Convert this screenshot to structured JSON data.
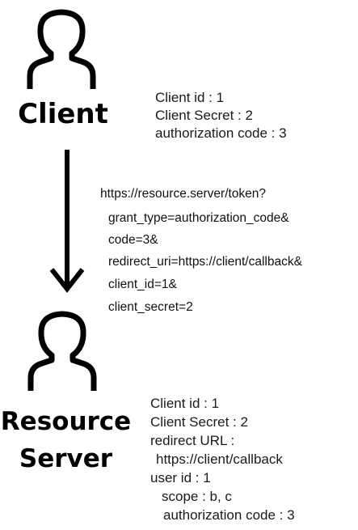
{
  "client": {
    "icon": "person-icon",
    "label": "Client",
    "details": [
      "Client id : 1",
      "Client Secret : 2",
      "authorization code : 3"
    ]
  },
  "request": {
    "url": "https://resource.server/token?",
    "params": [
      "grant_type=authorization_code&",
      "code=3&",
      "redirect_uri=https://client/callback&",
      "client_id=1&",
      "client_secret=2"
    ]
  },
  "resource_server": {
    "icon": "person-icon",
    "label_line1": "Resource",
    "label_line2": "Server",
    "details": [
      "Client id : 1",
      "Client Secret : 2",
      "redirect URL :",
      "https://client/callback",
      "user id : 1",
      "scope : b, c",
      "authorization code : 3"
    ]
  },
  "arrow": {
    "icon": "arrow-down-icon",
    "color": "#000000"
  }
}
